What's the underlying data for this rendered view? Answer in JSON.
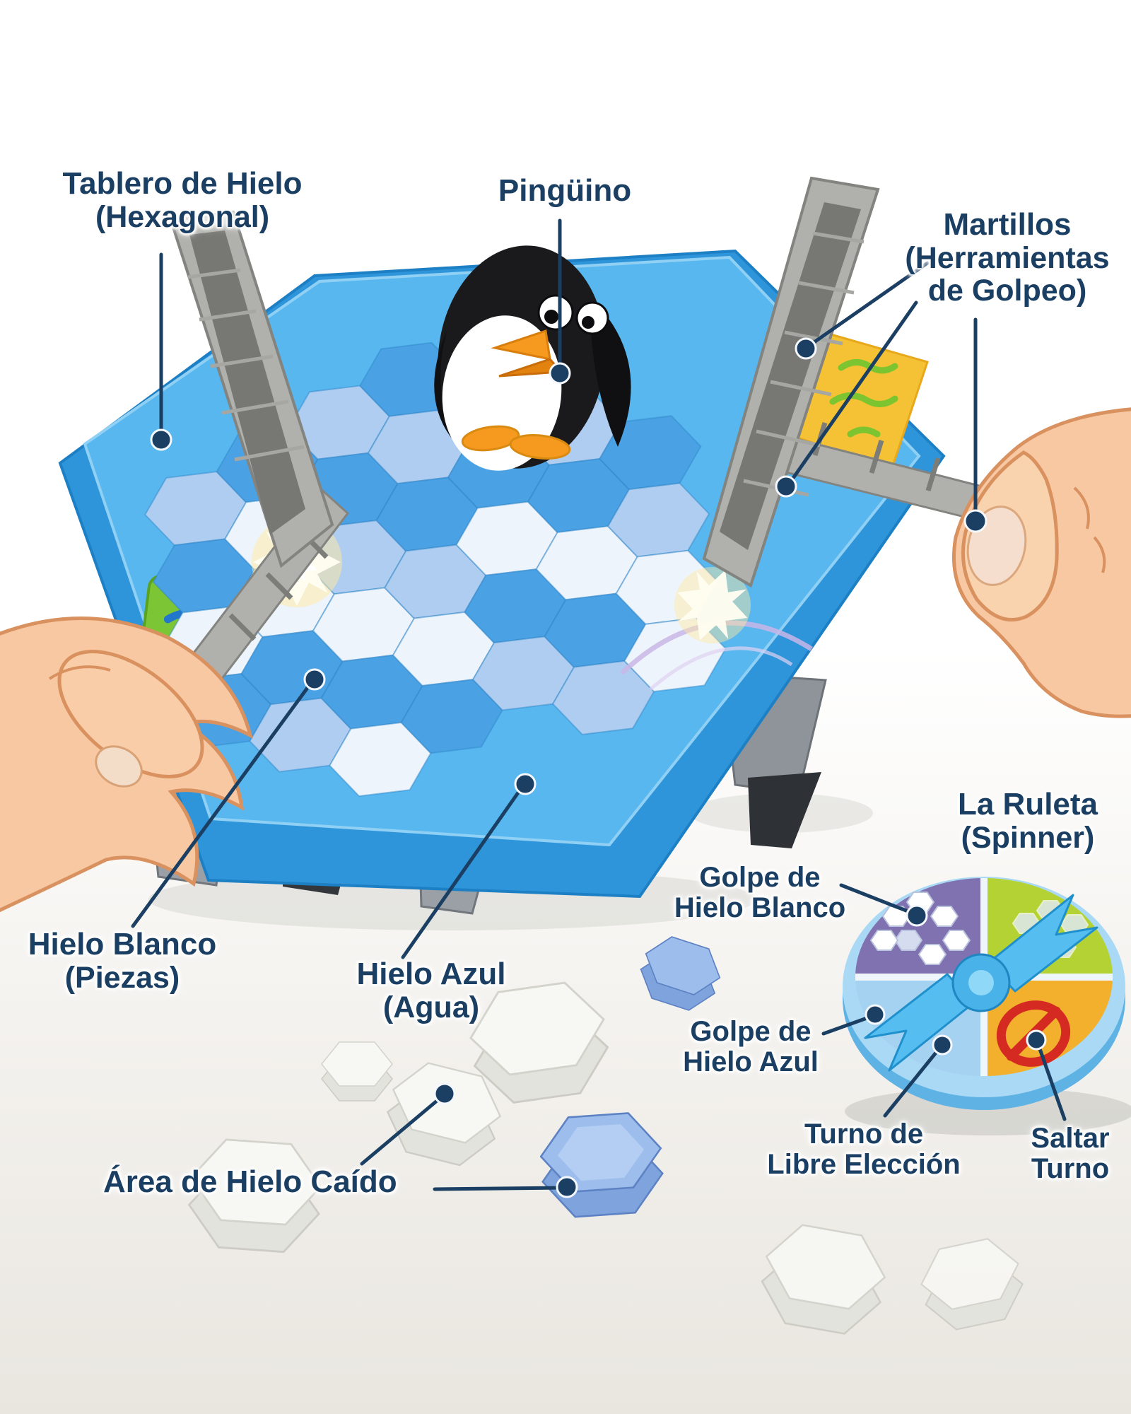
{
  "labels": {
    "board": {
      "title": "Tablero de Hielo",
      "subtitle": "(Hexagonal)"
    },
    "penguin": {
      "title": "Pingüino"
    },
    "hammers": {
      "title": "Martillos",
      "subtitle_line1": "(Herramientas",
      "subtitle_line2": "de Golpeo)"
    },
    "white_ice": {
      "title": "Hielo Blanco",
      "subtitle": "(Piezas)"
    },
    "blue_ice": {
      "title": "Hielo Azul",
      "subtitle": "(Agua)"
    },
    "fallen_area": {
      "title": "Área de Hielo Caído"
    },
    "spinner": {
      "title": "La Ruleta",
      "subtitle": "(Spinner)"
    },
    "spinner_sectors": {
      "white_hit": {
        "line1": "Golpe de",
        "line2": "Hielo Blanco"
      },
      "blue_hit": {
        "line1": "Golpe de",
        "line2": "Hielo Azul"
      },
      "free_turn": {
        "line1": "Turno de",
        "line2": "Libre Elección"
      },
      "skip_turn": {
        "line1": "Saltar",
        "line2": "Turno"
      }
    }
  },
  "icons": {
    "white_hit_sector": "white-hex-cluster-icon",
    "blue_hit_sector": "blue-hex-cluster-icon",
    "skip_turn_sector": "prohibition-icon",
    "spinner_pointer": "spinner-arrow-icon"
  },
  "colors": {
    "label_text": "#1b3e63",
    "pointer": "#1b3e63",
    "board_side": "#2f95da",
    "board_top": "#57b7ee",
    "tile_blue": "#4aa2e4",
    "tile_pale": "#aecdf0",
    "tile_white": "#eef4fb",
    "hammer_gray": "#b0b0ac",
    "hammer_dark": "#777773",
    "skin": "#f7c8a2",
    "penguin_black": "#1a1a1c",
    "beak_orange": "#f59a1f",
    "spinner_purple": "#8071b0",
    "spinner_green": "#b5d235",
    "spinner_lightblue": "#a6d2f2",
    "spinner_orange": "#f3b02c",
    "prohibition_red": "#d42a22",
    "arrow_blue": "#55bdf0"
  }
}
